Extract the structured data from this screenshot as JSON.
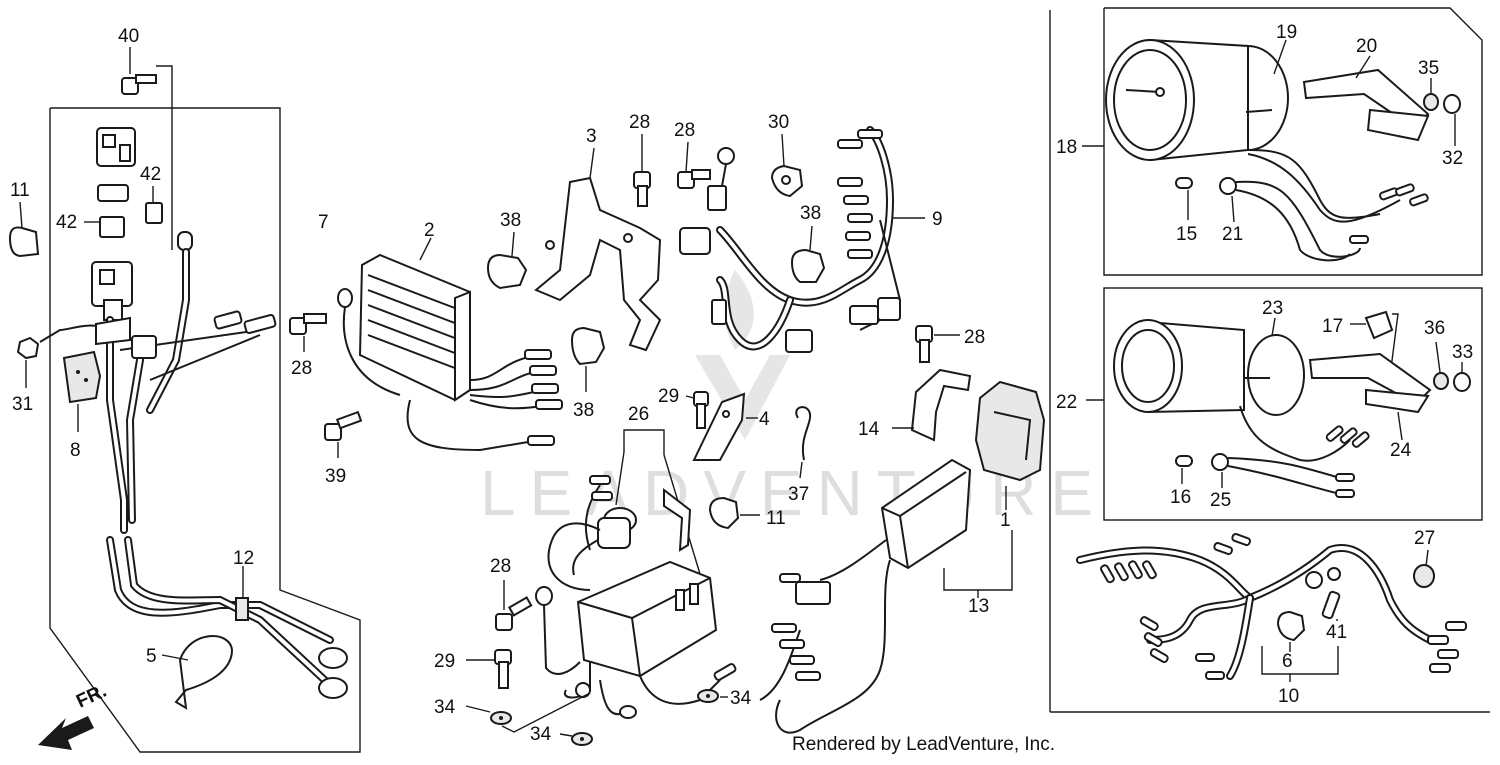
{
  "callouts": [
    "1",
    "2",
    "3",
    "4",
    "5",
    "6",
    "7",
    "8",
    "9",
    "10",
    "11",
    "12",
    "13",
    "14",
    "15",
    "16",
    "17",
    "18",
    "19",
    "20",
    "21",
    "22",
    "23",
    "24",
    "25",
    "26",
    "27",
    "28",
    "29",
    "30",
    "31",
    "32",
    "33",
    "34",
    "35",
    "36",
    "37",
    "38",
    "39",
    "40",
    "41",
    "42"
  ],
  "labels": {
    "n40": "40",
    "n11a": "11",
    "n42a": "42",
    "n42b": "42",
    "n7": "7",
    "n31": "31",
    "n8": "8",
    "n12": "12",
    "n5": "5",
    "n2": "2",
    "n28a": "28",
    "n39": "39",
    "n3": "3",
    "n38a": "38",
    "n38b": "38",
    "n28b": "28",
    "n28c": "28",
    "n30": "30",
    "n38c": "38",
    "n9": "9",
    "n28d": "28",
    "n26": "26",
    "n29a": "29",
    "n4": "4",
    "n37": "37",
    "n11b": "11",
    "n14": "14",
    "n1": "1",
    "n13": "13",
    "n28e": "28",
    "n29b": "29",
    "n34a": "34",
    "n34b": "34",
    "n34c": "34",
    "n18": "18",
    "n19": "19",
    "n20": "20",
    "n35": "35",
    "n32": "32",
    "n15": "15",
    "n21": "21",
    "n22": "22",
    "n23": "23",
    "n17": "17",
    "n36": "36",
    "n33": "33",
    "n24": "24",
    "n16": "16",
    "n25": "25",
    "n27": "27",
    "n41": "41",
    "n6": "6",
    "n10": "10"
  },
  "direction_marker": "FR.",
  "watermark": "LEADVENTURE",
  "credit": "Rendered by LeadVenture, Inc."
}
